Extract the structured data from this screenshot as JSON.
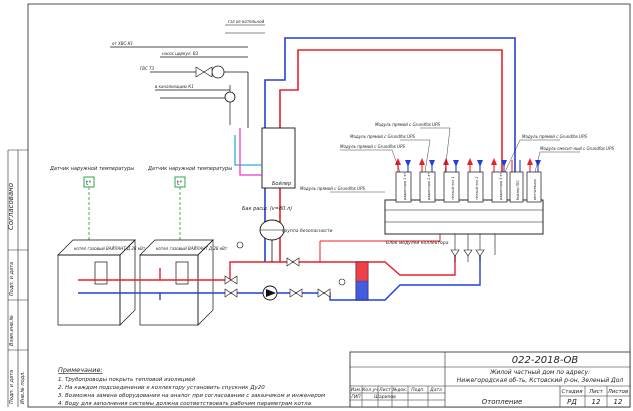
{
  "colors": {
    "supply": "#e8202a",
    "return": "#2240d8",
    "heating": "#2a6cf0",
    "cold_water": "#2fb0c8",
    "gas": "#e63cc8",
    "line": "#111111",
    "sensor": "#2aa84a"
  },
  "drawing": {
    "code": "022-2018-ОВ",
    "object_line1": "Жилой частный дом по адресу:",
    "object_line2": "Нижегородская об-ть, Кстовский р-он, Зеленый Дол",
    "sheet_title": "Отопление",
    "stage_header": "Стадия",
    "sheet_header": "Лист",
    "sheets_header": "Листов",
    "stage": "РД",
    "sheet": "12",
    "sheets": "12",
    "col_headers": [
      "Изм.",
      "Кол.уч",
      "Лист",
      "№док.",
      "Подп.",
      "Дата"
    ],
    "role_gip": "ГИП",
    "gip_name": "Шарипов"
  },
  "notes": {
    "heading": "Примечание:",
    "items": [
      "1. Трубопроводы покрыть тепловой изоляцией",
      "2. На каждом подсоединении к коллектору установить спускник Ду20",
      "3. Возможна замена оборудования на аналог при согласовании с заказчиком и инженером",
      "4. Воду для заполнения системы должна соответствовать рабочим параметрам котла"
    ]
  },
  "side_stamp": {
    "agreed": "Согласовано",
    "sign_date_1": "Подп. и дата",
    "inv_1": "Взам.инв.№",
    "sign_date_2": "Подп. и дата",
    "inv_2": "Инв.№ подл."
  },
  "labels": {
    "sensor_left": "Датчик наружной температуры",
    "sensor_right": "Датчик наружной температуры",
    "boiler": "Бойлер",
    "tank": "Бак расш. (v=80 л)",
    "safety": "группа безопасности",
    "collector": "Блок модулей коллектора",
    "boiler_left": "котел газовый ВАЙЛАНТ Д 28 кВт",
    "boiler_right": "котел газовый ВАЙЛАНТ Д 28 кВт",
    "pump_module_1": "Модуль прямой с Grundfos UPS",
    "pump_module_2": "Модуль смесит-ный с Grundfos UPS",
    "gas_in": "газ из котельной",
    "cold_in": "от ХВС К1",
    "sewer": "в канализацию К1",
    "circ": "насос циркул. В3",
    "hot_out": "ГВС Т3"
  },
  "circuits": [
    "радиаторы 1 эт.",
    "радиаторы 2 эт.",
    "теплый пол 1",
    "теплый пол 2",
    "радиаторы 3 эт.",
    "бойлер ГВС",
    "вентиляция"
  ]
}
